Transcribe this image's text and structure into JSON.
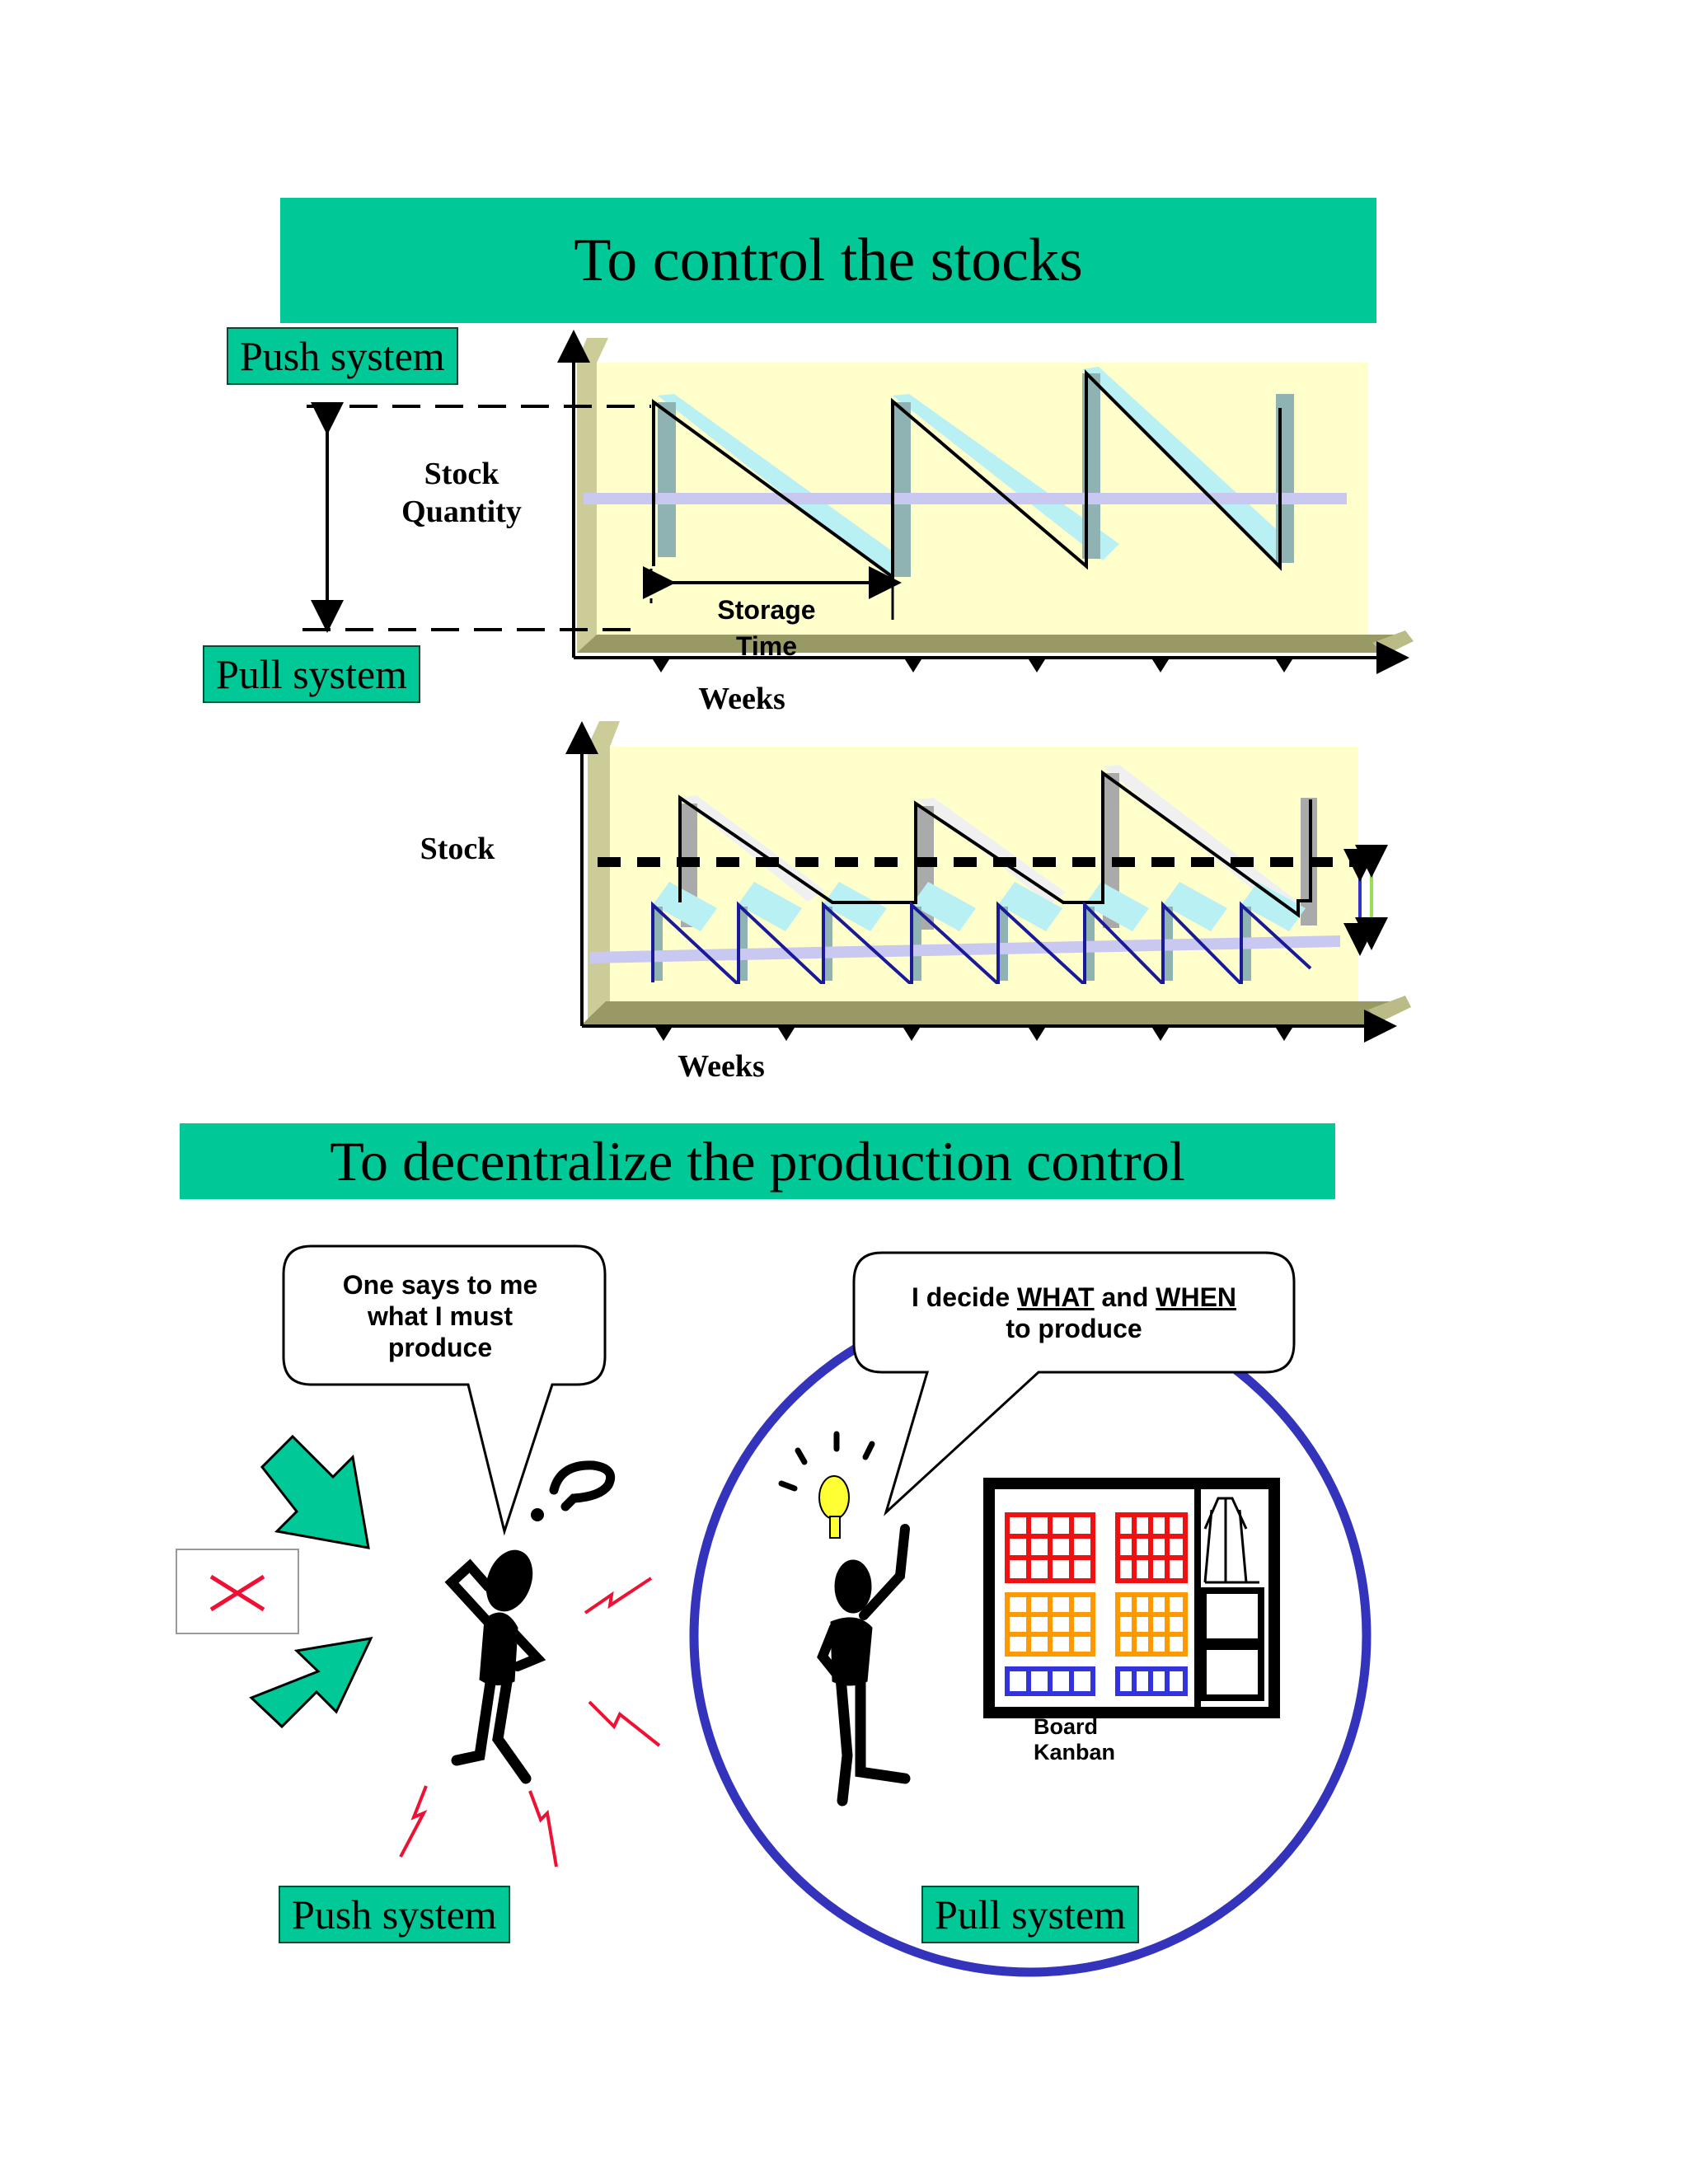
{
  "top": {
    "title": "To control the stocks",
    "push_tag": "Push system",
    "pull_tag": "Pull system",
    "stock_quantity_line1": "Stock",
    "stock_quantity_line2": "Quantity",
    "storage_time_line1": "Storage",
    "storage_time_line2": "Time",
    "weeks_1": "Weeks",
    "stock_label": "Stock",
    "weeks_2": "Weeks"
  },
  "bottom": {
    "title": "To decentralize the production control",
    "bubble_left": [
      "One says to me",
      "what I must",
      "produce"
    ],
    "bubble_right_line1_a": "I decide ",
    "bubble_right_what": "WHAT",
    "bubble_right_line1_b": " and ",
    "bubble_right_when": "WHEN",
    "bubble_right_line2": "to produce",
    "board_line1": "Board",
    "board_line2": "Kanban",
    "push_tag": "Push system",
    "pull_tag": "Pull system"
  },
  "colors": {
    "banner": "#00c896",
    "chart_bg": "#ffffcc",
    "ribbon": "#b8f0f4",
    "avg_line": "#c8c8f0",
    "circle": "#3333bb",
    "arrow_fill": "#00c896",
    "spark": "#ff1133",
    "kanban_red": "#ee1111",
    "kanban_orange": "#ff9900",
    "kanban_blue": "#3333dd"
  },
  "icons": [
    "push-arrow-icon",
    "cross-icon",
    "question-mark-icon",
    "lightning-icon",
    "light-bulb-icon",
    "kanban-board-icon",
    "stick-figure-icon"
  ]
}
